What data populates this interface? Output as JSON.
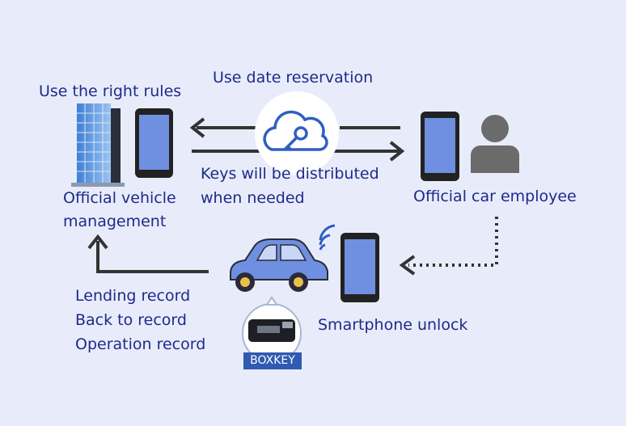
{
  "labels": {
    "rules": "Use the right rules",
    "reservation": "Use date reservation",
    "keys_line1": "Keys will be distributed",
    "keys_line2": "when needed",
    "vehicle_mgmt_line1": "Official vehicle",
    "vehicle_mgmt_line2": "management",
    "employee": "Official car employee",
    "records": [
      "Lending record",
      "Back to record",
      "Operation record"
    ],
    "unlock": "Smartphone unlock",
    "device_badge": "BOXKEY"
  },
  "colors": {
    "background": "#e8ecfa",
    "text": "#1e2a8a",
    "arrow": "#333333",
    "phone_screen": "#6f8fe0",
    "car_body": "#6f8fe0",
    "cloud_icon": "#2f5fc0",
    "badge": "#2f5bb0"
  },
  "icons": [
    "office-building-icon",
    "smartphone-icon",
    "cloud-key-icon",
    "person-icon",
    "car-icon",
    "wifi-signal-icon",
    "boxkey-device-icon"
  ]
}
